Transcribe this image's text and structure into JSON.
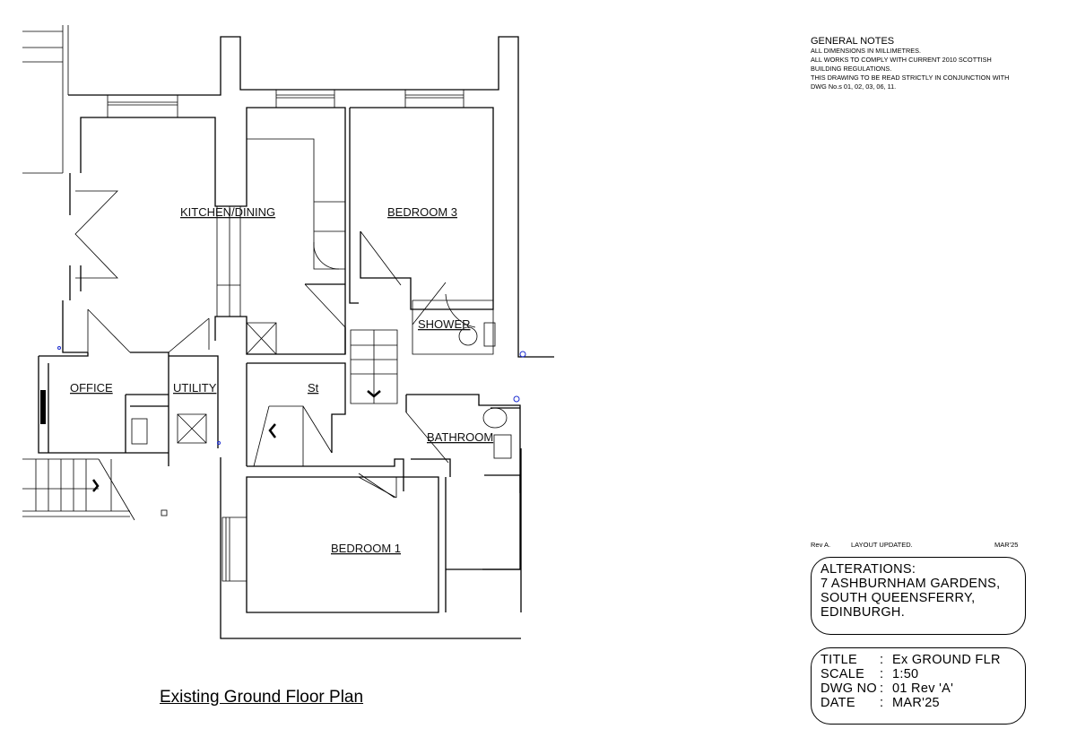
{
  "drawing_title": "Existing Ground Floor Plan",
  "rooms": {
    "kitchen": "KITCHEN/DINING",
    "bedroom3": "BEDROOM 3",
    "shower": "SHOWER",
    "office": "OFFICE",
    "utility": "UTILITY",
    "store": "St",
    "bathroom": "BATHROOM",
    "bedroom1": "BEDROOM 1"
  },
  "notes": {
    "heading": "GENERAL NOTES",
    "lines": [
      "ALL DIMENSIONS IN MILLIMETRES.",
      "ALL WORKS TO COMPLY WITH CURRENT 2010 SCOTTISH",
      "BUILDING REGULATIONS.",
      "THIS DRAWING TO BE READ STRICTLY IN CONJUNCTION WITH",
      "DWG No.s 01, 02, 03, 06, 11."
    ]
  },
  "revision": {
    "rev": "Rev A.",
    "description": "LAYOUT UPDATED.",
    "date": "MAR'25"
  },
  "project": {
    "lines": [
      "ALTERATIONS:",
      "7  ASHBURNHAM  GARDENS,",
      "SOUTH  QUEENSFERRY,",
      "EDINBURGH."
    ]
  },
  "title_block": {
    "rows": [
      {
        "key": "TITLE",
        "value": "Ex  GROUND  FLR"
      },
      {
        "key": "SCALE",
        "value": "1:50"
      },
      {
        "key": "DWG NO",
        "value": "01  Rev  'A'"
      },
      {
        "key": "DATE",
        "value": "MAR'25"
      }
    ]
  }
}
